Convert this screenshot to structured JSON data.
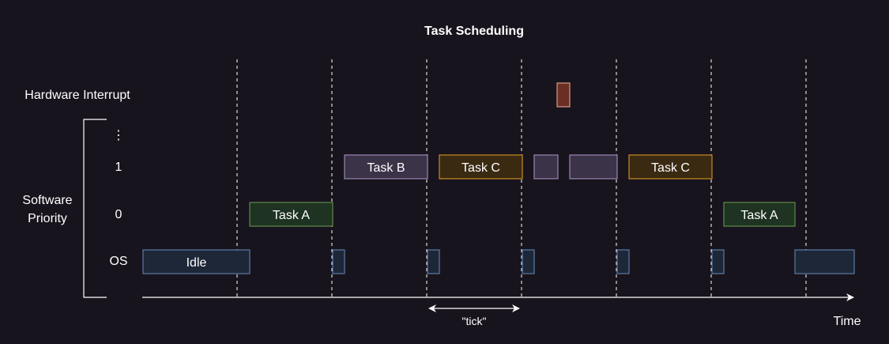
{
  "title": "Task Scheduling",
  "axis": {
    "time_label": "Time",
    "tick_label": "\"tick\""
  },
  "rows": {
    "hardware_interrupt": "Hardware Interrupt",
    "software_priority": [
      "Software",
      "Priority"
    ],
    "ellipsis": "⋮",
    "priority_1": "1",
    "priority_0": "0",
    "os": "OS"
  },
  "blocks": [
    {
      "label": "Idle",
      "row": "os",
      "color": "#5b7ba6",
      "fill": "#1d2738"
    },
    {
      "label": "",
      "row": "os",
      "color": "#5b7ba6",
      "fill": "#1d2738"
    },
    {
      "label": "",
      "row": "os",
      "color": "#5b7ba6",
      "fill": "#1d2738"
    },
    {
      "label": "",
      "row": "os",
      "color": "#5b7ba6",
      "fill": "#1d2738"
    },
    {
      "label": "",
      "row": "os",
      "color": "#5b7ba6",
      "fill": "#1d2738"
    },
    {
      "label": "",
      "row": "os",
      "color": "#5b7ba6",
      "fill": "#1d2738"
    },
    {
      "label": "",
      "row": "os",
      "color": "#5b7ba6",
      "fill": "#1d2738"
    },
    {
      "label": "Task A",
      "row": "p0",
      "color": "#5f8a49",
      "fill": "#1f3322"
    },
    {
      "label": "Task A",
      "row": "p0",
      "color": "#5f8a49",
      "fill": "#1f3322"
    },
    {
      "label": "Task B",
      "row": "p1",
      "color": "#9a86b5",
      "fill": "#3b3347"
    },
    {
      "label": "Task C",
      "row": "p1",
      "color": "#c88a1e",
      "fill": "#3a2a12"
    },
    {
      "label": "",
      "row": "p1",
      "color": "#9a86b5",
      "fill": "#3b3347"
    },
    {
      "label": "",
      "row": "p1",
      "color": "#9a86b5",
      "fill": "#3b3347"
    },
    {
      "label": "Task C",
      "row": "p1",
      "color": "#c88a1e",
      "fill": "#3a2a12"
    },
    {
      "label": "",
      "row": "hw",
      "color": "#d99a8a",
      "fill": "#6a2e24"
    }
  ],
  "colors": {
    "background": "#18141d",
    "text": "#ffffff",
    "grid": "#ffffff"
  }
}
